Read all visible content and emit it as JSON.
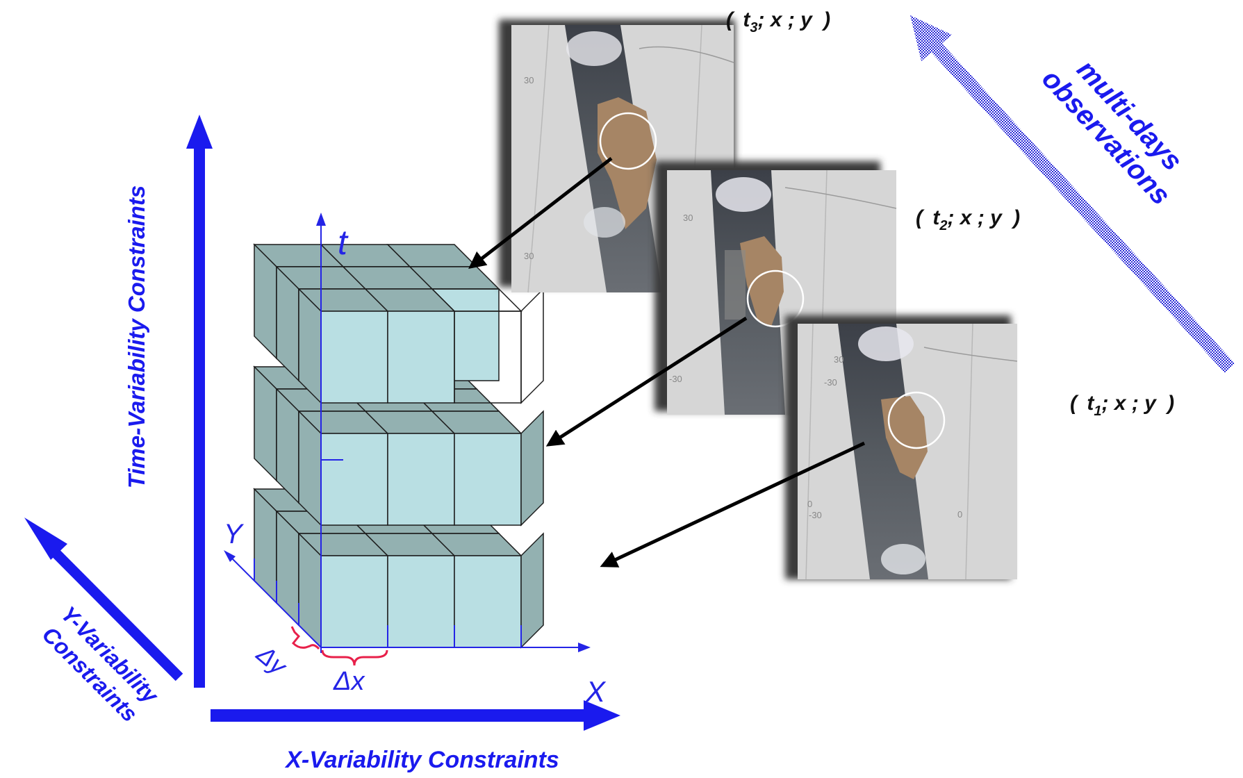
{
  "colors": {
    "blue": "#1a1aee",
    "axis_blue": "#2424e6",
    "red": "#e8204a",
    "cube_front": "#b9dfe3",
    "cube_top": "#93b1b1",
    "cube_edge": "#1c1c1c",
    "shadow": "#3a3a3a",
    "map_bg": "#d6d6d6",
    "circle": "#ffffff"
  },
  "labels": {
    "time_constraints": "Time-Variability Constraints",
    "x_constraints": "X-Variability Constraints",
    "y_constraints_1": "Y-Variability",
    "y_constraints_2": "Constraints",
    "multi_days_1": "multi-days",
    "multi_days_2": "observations"
  },
  "axes": {
    "t": "t",
    "x": "X",
    "y": "Y",
    "dx": "Δx",
    "dy": "Δy"
  },
  "observations": [
    {
      "open": "(",
      "var": "t",
      "sub": "3",
      "rest": "; x ; y",
      "close": ")"
    },
    {
      "open": "(",
      "var": "t",
      "sub": "2",
      "rest": "; x ; y",
      "close": ")"
    },
    {
      "open": "(",
      "var": "t",
      "sub": "1",
      "rest": "; x ; y",
      "close": ")"
    }
  ],
  "map_ticks": {
    "p3": [
      "30",
      "30"
    ],
    "p2": [
      "30",
      "-30"
    ],
    "p1": [
      "30",
      "-30",
      "0",
      "-30",
      "0"
    ]
  },
  "icons": {
    "arrows": "arrow-icon",
    "cube": "grid-cube-icon",
    "satellite_panels": "satellite-swath-image"
  }
}
